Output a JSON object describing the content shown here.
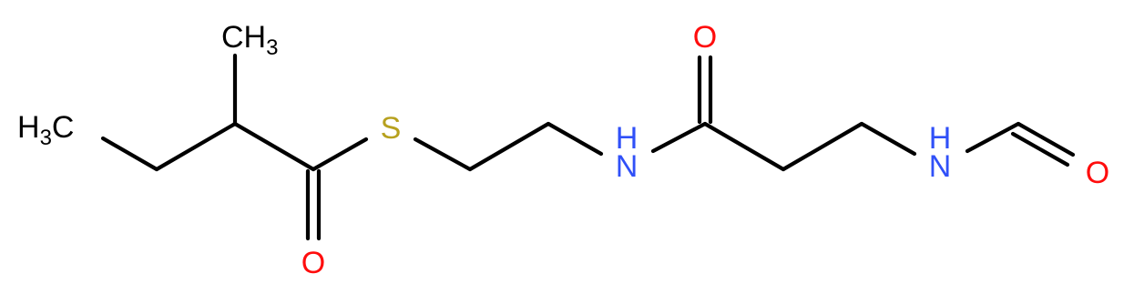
{
  "molecule": {
    "atoms": {
      "methyl_top": {
        "main": "CH",
        "sub": "3"
      },
      "methyl_left_h": "H",
      "methyl_left_sub": "3",
      "methyl_left_c": "C",
      "sulfur": "S",
      "oxygen_bottom": "O",
      "nh_middle": {
        "n": "N",
        "h": "H"
      },
      "oxygen_top": "O",
      "nh_right": {
        "n": "N",
        "h": "H"
      },
      "oxygen_right": "O"
    },
    "colors": {
      "bond": "#000000",
      "carbon": "#000000",
      "sulfur": "#b7a11f",
      "oxygen": "#ff0d0d",
      "nitrogen": "#3050f8"
    }
  }
}
